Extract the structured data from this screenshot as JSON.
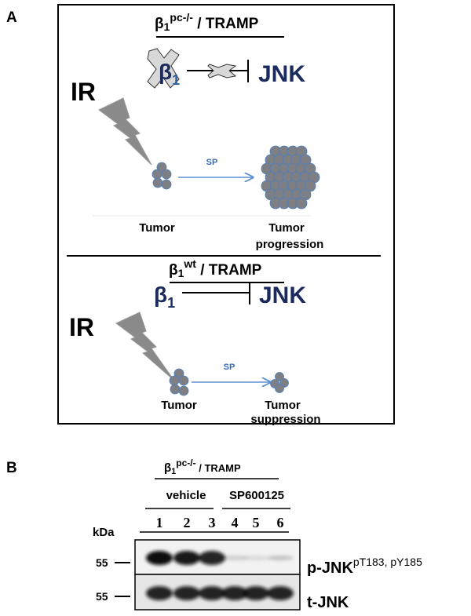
{
  "panel_a": {
    "label": "A",
    "top": {
      "title_main": "β",
      "title_sub": "1",
      "title_sup": "pc-/-",
      "title_rest": " / TRAMP",
      "beta": "β",
      "beta_sub": "1",
      "jnk": "JNK",
      "ir": "IR",
      "sp": "SP",
      "tumor": "Tumor",
      "outcome_line1": "Tumor",
      "outcome_line2": "progression"
    },
    "bottom": {
      "title_main": "β",
      "title_sub": "1",
      "title_sup": "wt",
      "title_rest": " / TRAMP",
      "beta": "β",
      "beta_sub": "1",
      "jnk": "JNK",
      "ir": "IR",
      "sp": "SP",
      "tumor": "Tumor",
      "outcome_line1": "Tumor",
      "outcome_line2": "suppression"
    },
    "colors": {
      "jnk": "#1b2b5e",
      "cell": "#7d7f85",
      "cell_edge": "#4a7fc1",
      "arrow": "#5b8fd0",
      "bolt": "#8a8a8a"
    }
  },
  "panel_b": {
    "label": "B",
    "title_main": "β",
    "title_sub": "1",
    "title_sup": "pc-/-",
    "title_rest": " / TRAMP",
    "groups": [
      "vehicle",
      "SP600125"
    ],
    "lanes": [
      "1",
      "2",
      "3",
      "4",
      "5",
      "6"
    ],
    "kda_label": "kDa",
    "markers": [
      "55",
      "55"
    ],
    "rows": [
      {
        "name": "p-JNK",
        "sup": "pT183, pY185",
        "intensity": [
          1,
          0.95,
          0.9,
          0.15,
          0.1,
          0.2
        ]
      },
      {
        "name": "t-JNK",
        "sup": "",
        "intensity": [
          0.9,
          0.9,
          0.9,
          0.9,
          0.9,
          0.9
        ]
      }
    ]
  }
}
